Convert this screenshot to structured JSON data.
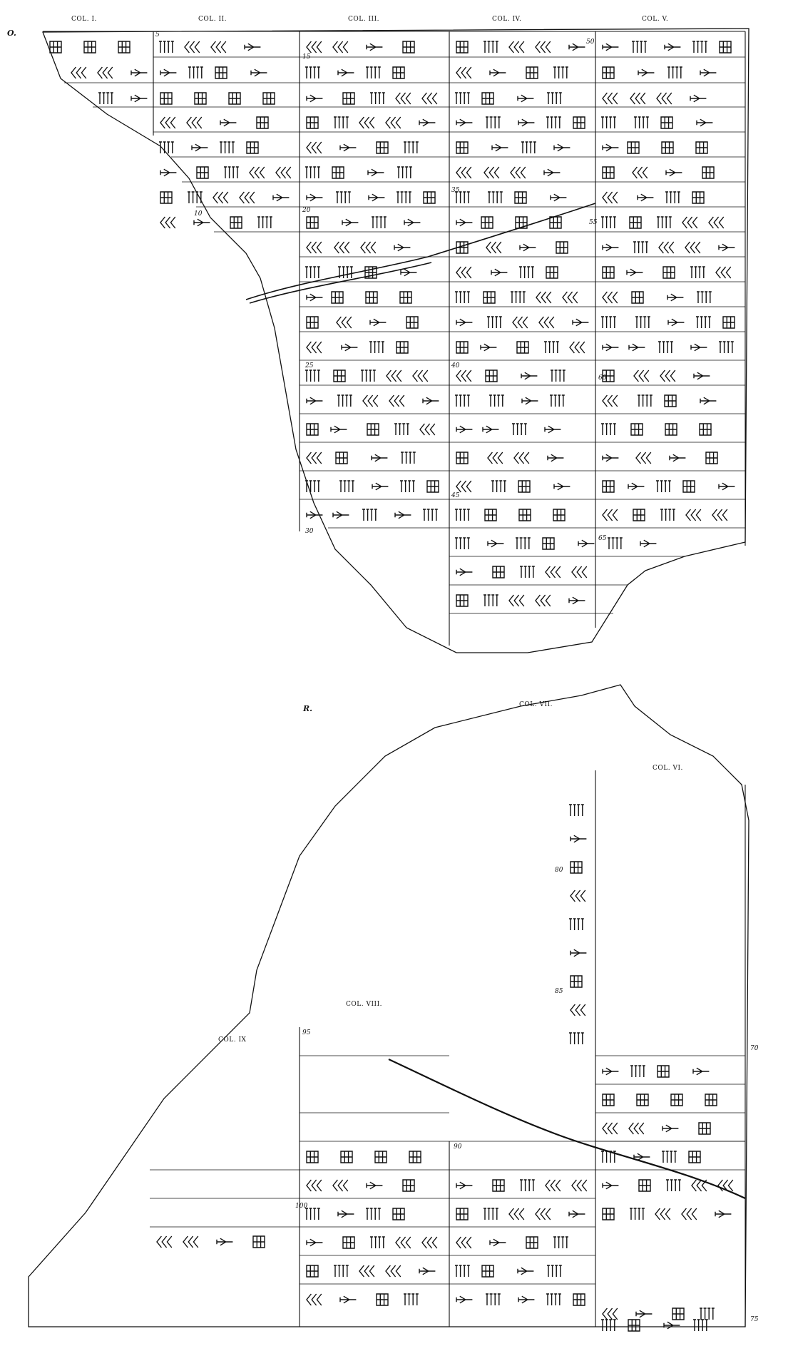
{
  "obverse": {
    "side_label": "O.",
    "columns": [
      "COL. I.",
      "COL. II.",
      "COL. III.",
      "COL. IV.",
      "COL. V."
    ],
    "line_numbers": [
      "5",
      "10",
      "15",
      "20",
      "25",
      "30",
      "35",
      "40",
      "45",
      "50",
      "55",
      "60",
      "65"
    ]
  },
  "reverse": {
    "side_label": "R.",
    "columns": [
      "COL. VI.",
      "COL. VII.",
      "COL. VIII.",
      "COL. IX"
    ],
    "line_numbers": [
      "70",
      "75",
      "80",
      "85",
      "90",
      "95",
      "100"
    ]
  },
  "colors": {
    "ink": "#111111",
    "paper": "#ffffff"
  }
}
